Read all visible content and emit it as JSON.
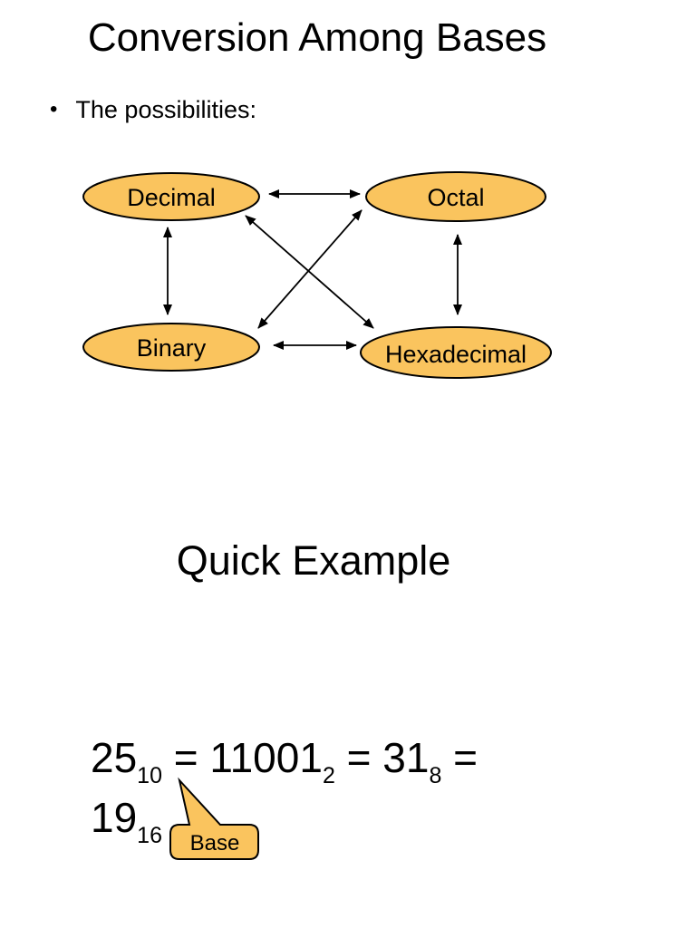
{
  "slide": {
    "title": "Conversion Among Bases",
    "bullet_glyph": "•",
    "bullet": "The possibilities:",
    "section_title": "Quick Example"
  },
  "diagram": {
    "nodes": [
      {
        "label": "Decimal"
      },
      {
        "label": "Octal"
      },
      {
        "label": "Binary"
      },
      {
        "label": "Hexadecimal"
      }
    ],
    "connections": [
      "Decimal-Octal",
      "Decimal-Binary",
      "Octal-Hexadecimal",
      "Binary-Hexadecimal",
      "Decimal-Hexadecimal",
      "Binary-Octal"
    ]
  },
  "equation": {
    "eq": " = ",
    "terms": [
      {
        "num": "25",
        "base": "10"
      },
      {
        "num": "11001",
        "base": "2"
      },
      {
        "num": "31",
        "base": "8"
      },
      {
        "num": "19",
        "base": "16"
      }
    ]
  },
  "callout": {
    "label": "Base"
  },
  "colors": {
    "node_fill": "#FAC45E",
    "outline": "#000000",
    "text": "#000000",
    "background": "#FFFFFF"
  }
}
